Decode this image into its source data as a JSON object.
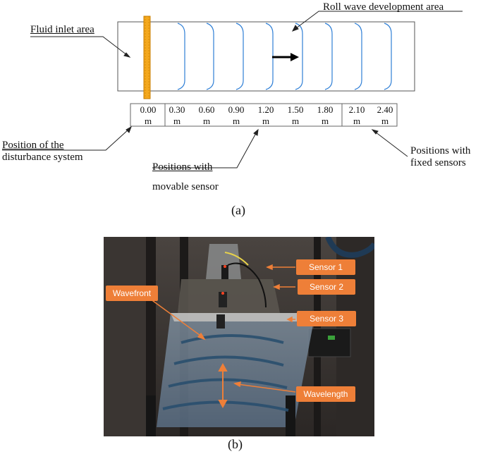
{
  "part_a": {
    "inlet_label": "Fluid inlet area",
    "roll_label": "Roll wave development area",
    "positions": [
      {
        "value": "0.00",
        "unit": "m"
      },
      {
        "value": "0.30",
        "unit": "m"
      },
      {
        "value": "0.60",
        "unit": "m"
      },
      {
        "value": "0.90",
        "unit": "m"
      },
      {
        "value": "1.20",
        "unit": "m"
      },
      {
        "value": "1.50",
        "unit": "m"
      },
      {
        "value": "1.80",
        "unit": "m"
      },
      {
        "value": "2.10",
        "unit": "m"
      },
      {
        "value": "2.40",
        "unit": "m"
      }
    ],
    "disturbance_label_line1": "Position of the",
    "disturbance_label_line2": "disturbance system",
    "movable_label_line1": "Positions with",
    "movable_label_line2": "movable sensor",
    "fixed_label_line1": "Positions with",
    "fixed_label_line2": "fixed sensors",
    "caption": "(a)"
  },
  "part_b": {
    "sensor1": "Sensor 1",
    "sensor2": "Sensor 2",
    "sensor3": "Sensor 3",
    "wavefront": "Wavefront",
    "wavelength": "Wavelength",
    "caption": "(b)",
    "accent_color": "#ee7f38"
  }
}
